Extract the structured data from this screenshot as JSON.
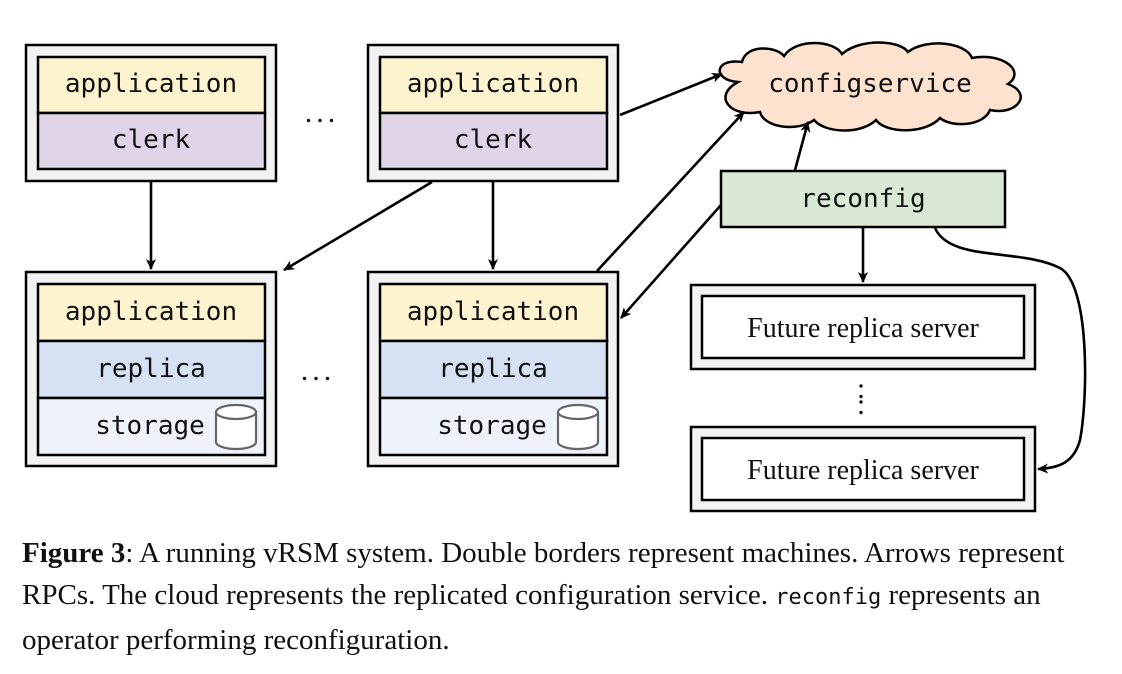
{
  "diagram": {
    "machines": {
      "client1": {
        "application": "application",
        "clerk": "clerk"
      },
      "client2": {
        "application": "application",
        "clerk": "clerk"
      },
      "replica1": {
        "application": "application",
        "replica": "replica",
        "storage": "storage"
      },
      "replica2": {
        "application": "application",
        "replica": "replica",
        "storage": "storage"
      }
    },
    "ellipsis": "...",
    "vertical_ellipsis": ":",
    "configservice": "configservice",
    "reconfig": "reconfig",
    "future_replica_1": "Future replica server",
    "future_replica_2": "Future replica server",
    "colors": {
      "application": "#fdf3cf",
      "clerk": "#e0d5e8",
      "replica": "#d6e2f3",
      "storage": "#eef3fb",
      "cloud": "#fde2cf",
      "reconfig": "#d9e9d6"
    }
  },
  "caption": {
    "label": "Figure 3",
    "text_1": ": A running vRSM system. Double borders represent machines. Arrows represent RPCs. The cloud represents the replicated configuration service. ",
    "code": "reconfig",
    "text_2": " represents an operator performing reconfiguration."
  }
}
